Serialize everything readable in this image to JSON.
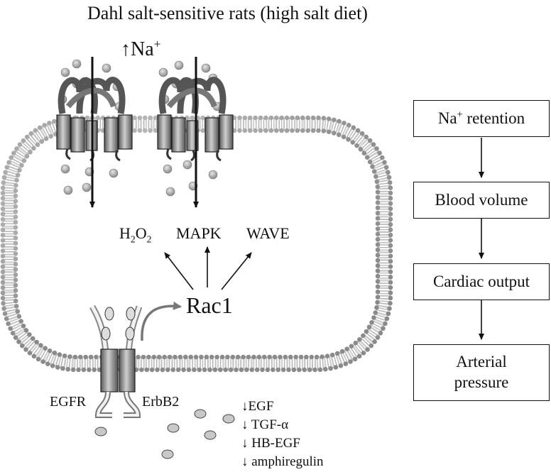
{
  "title": "Dahl salt-sensitive rats (high salt diet)",
  "na_label": {
    "arrow": "↑",
    "ion": "Na",
    "charge": "+"
  },
  "signal_center": "Rac1",
  "effectors": {
    "h2o2": {
      "main": "H",
      "sub1": "2",
      "mid": "O",
      "sub2": "2"
    },
    "mapk": "MAPK",
    "wave": "WAVE"
  },
  "receptors": {
    "left": "EGFR",
    "right": "ErbB2"
  },
  "ligands": [
    "↓EGF",
    "↓ TGF-α",
    "↓ HB-EGF",
    "↓ amphiregulin"
  ],
  "flow": {
    "step1": {
      "ion": "Na",
      "charge": "+",
      "rest": " retention"
    },
    "step2": "Blood volume",
    "step3": "Cardiac output",
    "step4_line1": "Arterial",
    "step4_line2": "pressure"
  }
}
